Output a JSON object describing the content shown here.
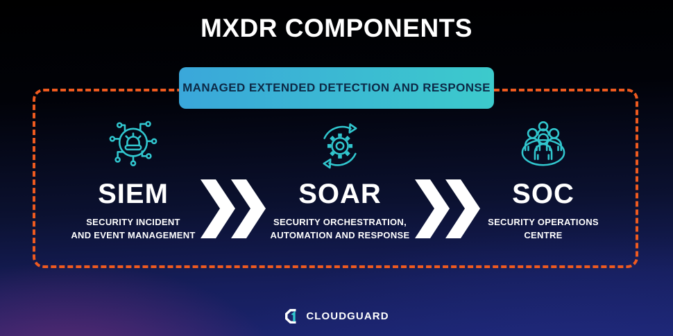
{
  "title": "MXDR COMPONENTS",
  "banner": {
    "label": "MANAGED EXTENDED DETECTION AND RESPONSE"
  },
  "components": [
    {
      "abbr": "SIEM",
      "line1": "SECURITY INCIDENT",
      "line2": "AND EVENT MANAGEMENT",
      "icon": "siem-network-alarm-icon"
    },
    {
      "abbr": "SOAR",
      "line1": "SECURITY ORCHESTRATION,",
      "line2": "AUTOMATION AND RESPONSE",
      "icon": "soar-gear-cycle-icon"
    },
    {
      "abbr": "SOC",
      "line1": "SECURITY OPERATIONS",
      "line2": "CENTRE",
      "icon": "soc-team-icon"
    }
  ],
  "connector_style": "double-chevron-right",
  "footer": {
    "brand": "CLOUDGUARD"
  },
  "colors": {
    "accent_teal": "#31C6CE",
    "banner_gradient_start": "#3AA7DA",
    "banner_gradient_end": "#3CCACC",
    "dashed_border_orange": "#EE5A1F",
    "banner_text_navy": "#0D2A47",
    "background_bottom_navy": "#1C2572",
    "background_bottom_left_purple": "#5A2C5E",
    "text_white": "#FFFFFF"
  }
}
